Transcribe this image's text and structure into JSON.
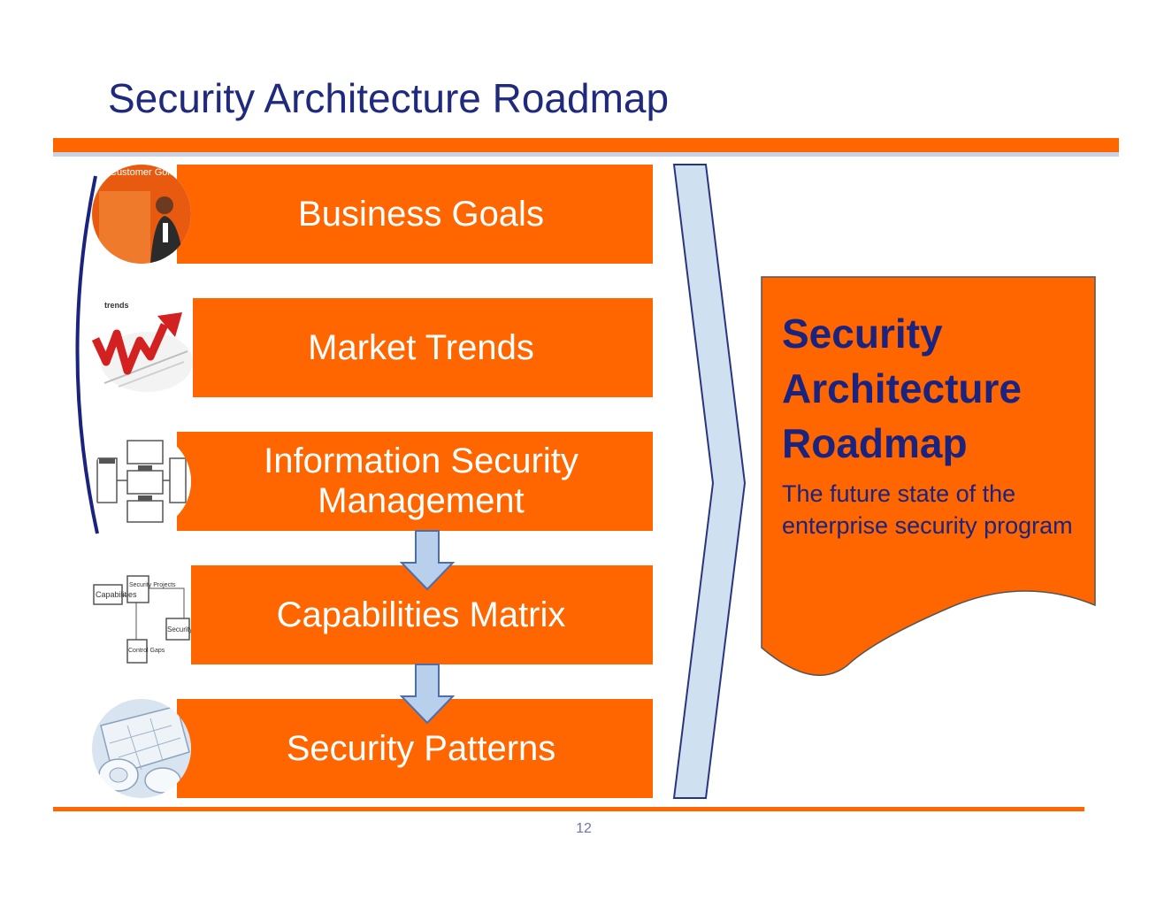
{
  "title": "Security Architecture Roadmap",
  "steps": [
    {
      "label": "Business Goals",
      "thumb_icon": "presenter-photo-icon",
      "thumb_text": "Customer Golden Rule"
    },
    {
      "label": "Market Trends",
      "thumb_icon": "trend-arrow-icon",
      "thumb_text": "trends"
    },
    {
      "label": "Information Security Management",
      "thumb_icon": "process-diagram-icon"
    },
    {
      "label": "Capabilities Matrix",
      "thumb_icon": "matrix-diagram-icon",
      "thumb_text": [
        "Capabilities",
        "Security Projects",
        "Security",
        "Control Gaps"
      ]
    },
    {
      "label": "Security Patterns",
      "thumb_icon": "blueprints-icon"
    }
  ],
  "target": {
    "heading": "Security Architecture Roadmap",
    "description": "The future state of the enterprise security program"
  },
  "page_number": "12",
  "colors": {
    "accent": "#ff6600",
    "title_text": "#1f2a7c",
    "chevron_fill": "#cfe0f1",
    "arrow_fill": "#b8d0ec",
    "rule_accent": "#c9d1e6"
  }
}
